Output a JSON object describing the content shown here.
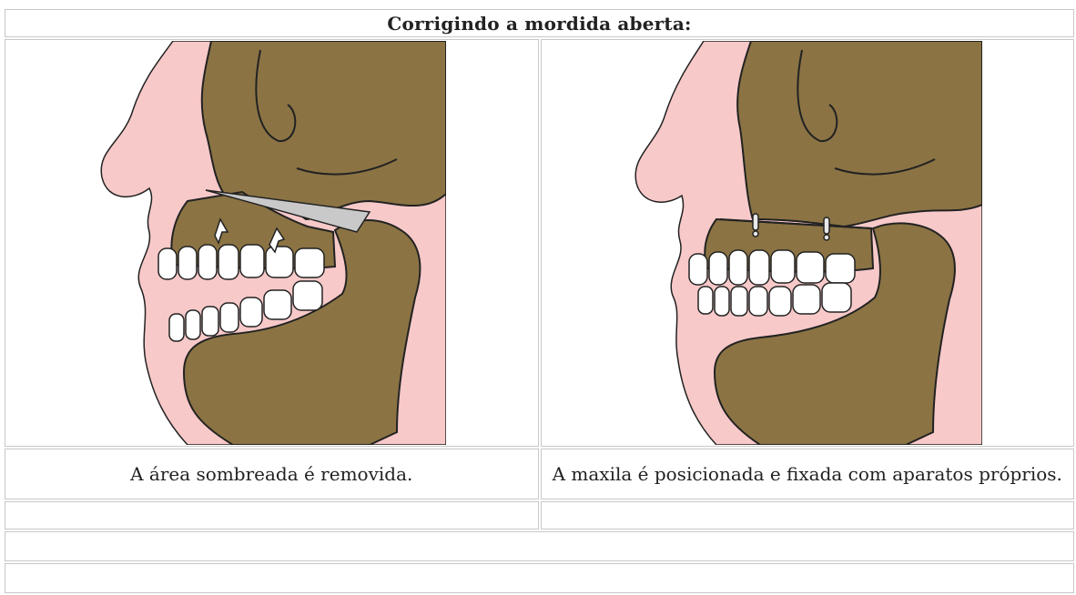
{
  "title": "Corrigindo a mordida aberta:",
  "left_panel": {
    "image_alt": "Cefalograma com a área sombreada na maxila",
    "caption": "A área sombreada é removida."
  },
  "right_panel": {
    "image_alt": "Cefalograma com a maxila fixada",
    "caption": "A maxila é posicionada e fixada com aparatos próprios."
  },
  "colors": {
    "bone": "#8b7344",
    "skin": "#f8c9c9",
    "teeth": "#ffffff",
    "shaded_area": "#c9c9c9",
    "border": "#c8c8c8"
  },
  "icons": [
    "arrow-up-icon",
    "screw-icon"
  ]
}
